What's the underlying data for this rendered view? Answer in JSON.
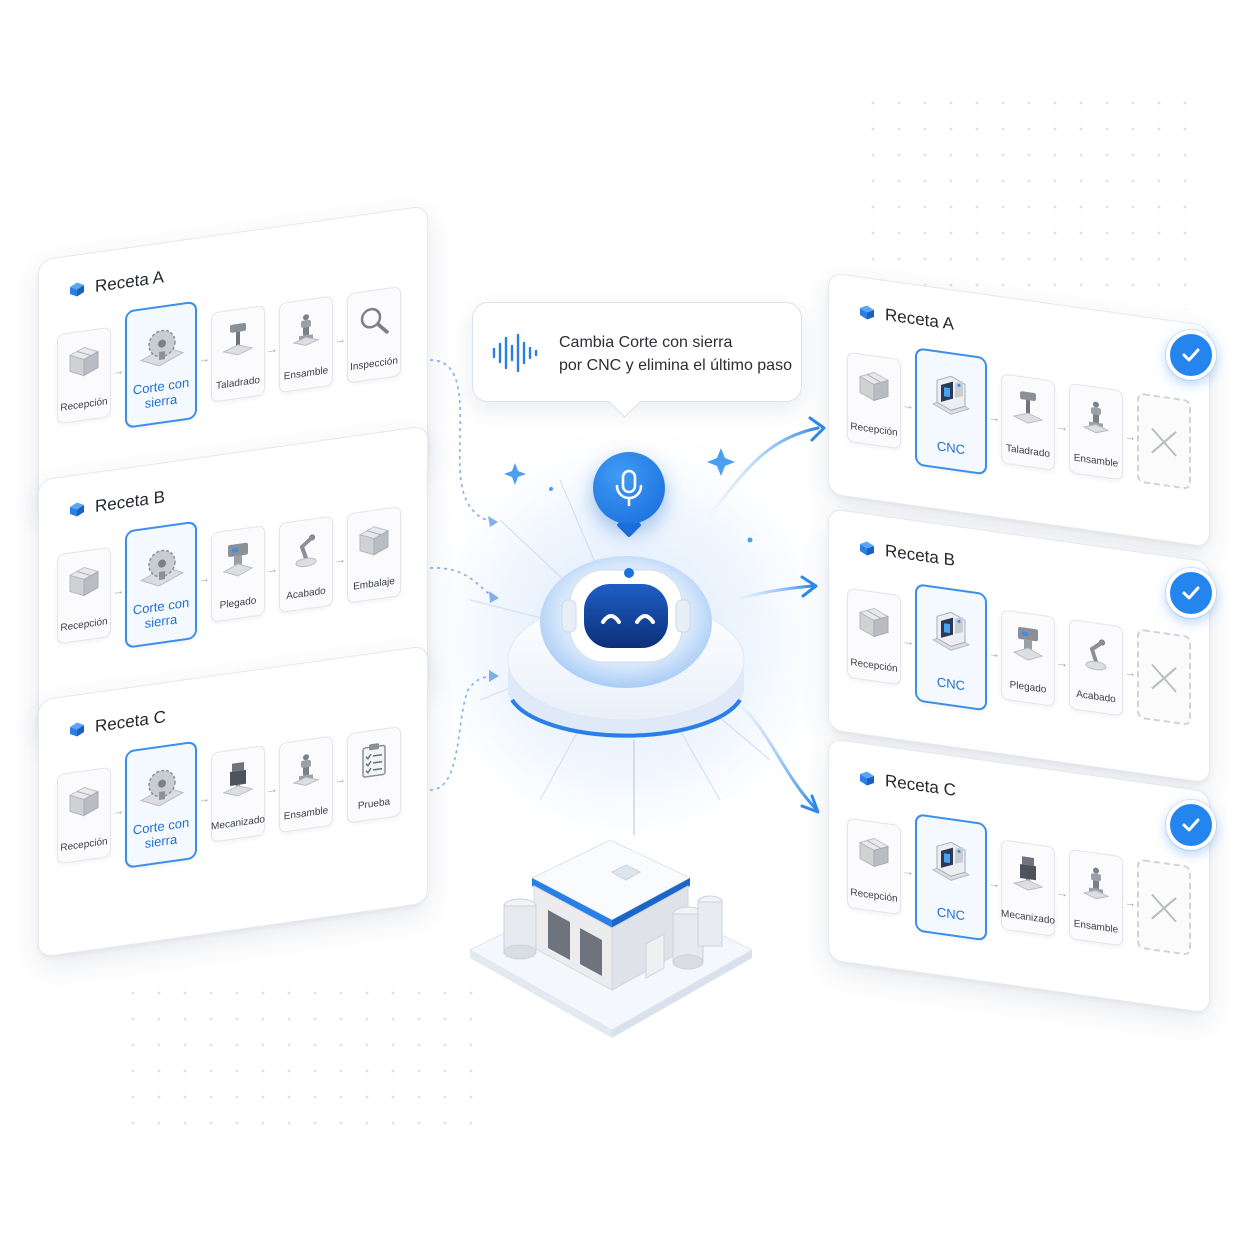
{
  "command": {
    "text_line1": "Cambia Corte con sierra",
    "text_line2": "por CNC y elimina el último paso"
  },
  "colors": {
    "accent": "#2585ee",
    "accent_dark": "#1769d8",
    "highlight_border": "#3c8fe8",
    "card_border": "#e6e9ef",
    "text": "#2b2f36"
  },
  "icons": {
    "voice": "sound-wave-icon",
    "mic": "microphone-icon",
    "assistant": "robot-icon",
    "factory": "factory-icon",
    "done": "checkmark-icon",
    "removed": "x-icon"
  },
  "recipes_before": [
    {
      "title": "Receta A",
      "steps": [
        {
          "label": "Recepción",
          "icon": "box-icon"
        },
        {
          "label": "Corte con sierra",
          "icon": "saw-icon",
          "highlight": true
        },
        {
          "label": "Taladrado",
          "icon": "drill-icon"
        },
        {
          "label": "Ensamble",
          "icon": "assembly-icon"
        },
        {
          "label": "Inspección",
          "icon": "magnifier-icon"
        }
      ]
    },
    {
      "title": "Receta B",
      "steps": [
        {
          "label": "Recepción",
          "icon": "box-icon"
        },
        {
          "label": "Corte con sierra",
          "icon": "saw-icon",
          "highlight": true
        },
        {
          "label": "Plegado",
          "icon": "press-icon"
        },
        {
          "label": "Acabado",
          "icon": "robot-arm-icon"
        },
        {
          "label": "Embalaje",
          "icon": "box-icon"
        }
      ]
    },
    {
      "title": "Receta C",
      "steps": [
        {
          "label": "Recepción",
          "icon": "box-icon"
        },
        {
          "label": "Corte con sierra",
          "icon": "saw-icon",
          "highlight": true
        },
        {
          "label": "Mecanizado",
          "icon": "mill-icon"
        },
        {
          "label": "Ensamble",
          "icon": "assembly-icon"
        },
        {
          "label": "Prueba",
          "icon": "clipboard-icon"
        }
      ]
    }
  ],
  "recipes_after": [
    {
      "title": "Receta A",
      "steps": [
        {
          "label": "Recepción",
          "icon": "box-icon"
        },
        {
          "label": "CNC",
          "icon": "cnc-icon",
          "highlight": true
        },
        {
          "label": "Taladrado",
          "icon": "drill-icon"
        },
        {
          "label": "Ensamble",
          "icon": "assembly-icon"
        },
        {
          "label": "",
          "icon": "x-icon",
          "removed": true
        }
      ]
    },
    {
      "title": "Receta B",
      "steps": [
        {
          "label": "Recepción",
          "icon": "box-icon"
        },
        {
          "label": "CNC",
          "icon": "cnc-icon",
          "highlight": true
        },
        {
          "label": "Plegado",
          "icon": "press-icon"
        },
        {
          "label": "Acabado",
          "icon": "robot-arm-icon"
        },
        {
          "label": "",
          "icon": "x-icon",
          "removed": true
        }
      ]
    },
    {
      "title": "Receta C",
      "steps": [
        {
          "label": "Recepción",
          "icon": "box-icon"
        },
        {
          "label": "CNC",
          "icon": "cnc-icon",
          "highlight": true
        },
        {
          "label": "Mecanizado",
          "icon": "mill-icon"
        },
        {
          "label": "Ensamble",
          "icon": "assembly-icon"
        },
        {
          "label": "",
          "icon": "x-icon",
          "removed": true
        }
      ]
    }
  ]
}
